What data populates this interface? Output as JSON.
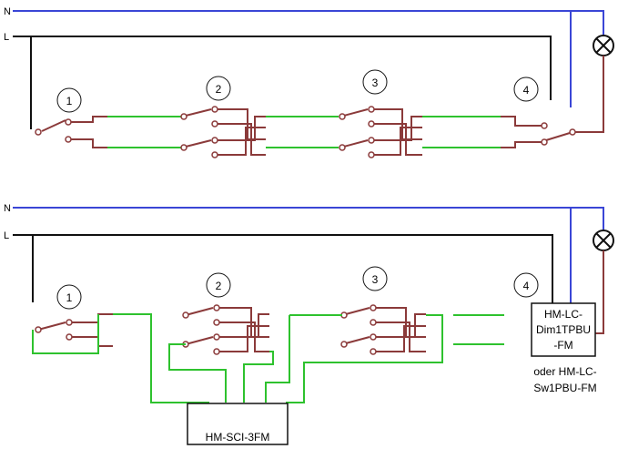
{
  "colors": {
    "neutral": "#3a46d6",
    "live": "#111111",
    "switch_wire": "#8b3a3a",
    "traveler": "#2ec22e"
  },
  "top": {
    "label_n": "N",
    "label_l": "L",
    "switches": [
      "1",
      "2",
      "3",
      "4"
    ]
  },
  "bottom": {
    "label_n": "N",
    "label_l": "L",
    "switches": [
      "1",
      "2",
      "3",
      "4"
    ],
    "module": "HM-SCI-3FM",
    "actuator_lines": [
      "HM-LC-",
      "Dim1TPBU",
      "-FM"
    ],
    "alt_lines": [
      "oder HM-LC-",
      "Sw1PBU-FM"
    ]
  },
  "icons": {
    "lamp": "lamp-icon"
  }
}
